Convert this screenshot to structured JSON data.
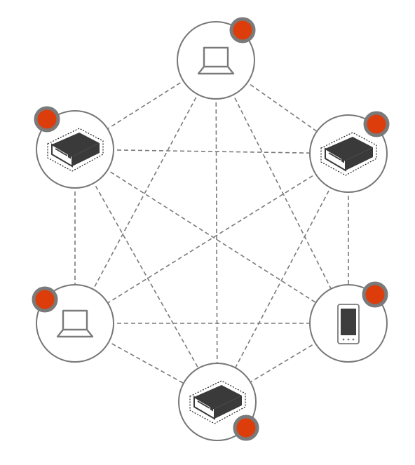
{
  "diagram": {
    "type": "full-mesh-network",
    "colors": {
      "background": "#ffffff",
      "node_stroke": "#777777",
      "node_fill": "#ffffff",
      "edge": "#7a7a7a",
      "badge_fill": "#dd3c0b",
      "badge_ring": "#7a7a7a",
      "icon_stroke": "#7a7a7a",
      "server_dark": "#3a3a3a"
    },
    "edge_style": "dashed",
    "nodes": [
      {
        "id": "top",
        "icon": "laptop-icon",
        "badge": "status-badge"
      },
      {
        "id": "upper-left",
        "icon": "server-icon",
        "badge": "status-badge"
      },
      {
        "id": "upper-right",
        "icon": "server-icon",
        "badge": "status-badge"
      },
      {
        "id": "lower-left",
        "icon": "laptop-icon",
        "badge": "status-badge"
      },
      {
        "id": "lower-right",
        "icon": "phone-icon",
        "badge": "status-badge"
      },
      {
        "id": "bottom",
        "icon": "server-icon",
        "badge": "status-badge"
      }
    ],
    "edges": [
      [
        "top",
        "upper-left"
      ],
      [
        "top",
        "upper-right"
      ],
      [
        "top",
        "lower-left"
      ],
      [
        "top",
        "lower-right"
      ],
      [
        "top",
        "bottom"
      ],
      [
        "upper-left",
        "upper-right"
      ],
      [
        "upper-left",
        "lower-left"
      ],
      [
        "upper-left",
        "lower-right"
      ],
      [
        "upper-left",
        "bottom"
      ],
      [
        "upper-right",
        "lower-left"
      ],
      [
        "upper-right",
        "lower-right"
      ],
      [
        "upper-right",
        "bottom"
      ],
      [
        "lower-left",
        "lower-right"
      ],
      [
        "lower-left",
        "bottom"
      ],
      [
        "lower-right",
        "bottom"
      ]
    ]
  }
}
